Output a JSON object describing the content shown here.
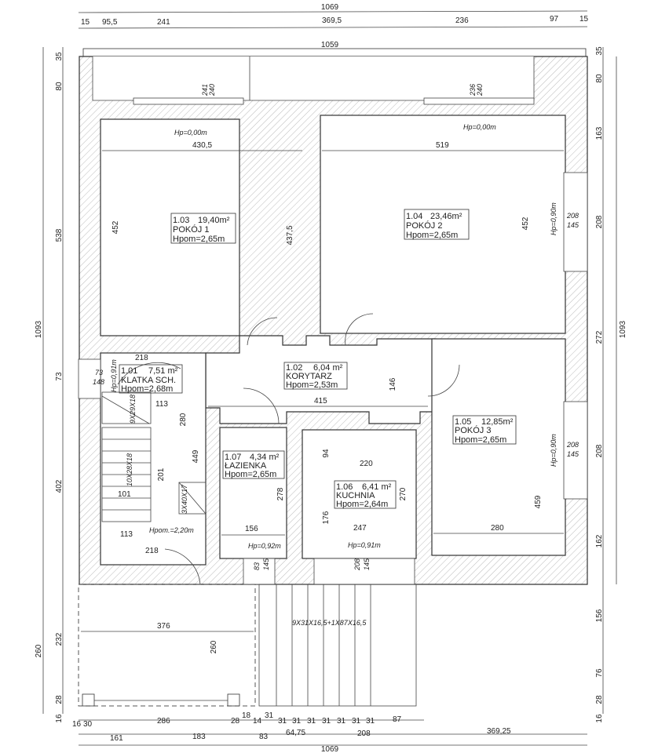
{
  "dimensions": {
    "top_total": "1069",
    "top_segments": [
      "15",
      "95,5",
      "241",
      "369,5",
      "236",
      "97",
      "15"
    ],
    "top_inner": "1059",
    "bottom_row1": [
      "16",
      "30",
      "286",
      "28",
      "18",
      "14",
      "31",
      "31",
      "31",
      "31",
      "31",
      "31",
      "31",
      "31",
      "87"
    ],
    "bottom_row2": [
      "161",
      "183",
      "83",
      "64,75",
      "208",
      "369,25"
    ],
    "bottom_total": "1069",
    "left_outer": [
      "1093",
      "260"
    ],
    "left_inner": [
      "35",
      "80",
      "538",
      "73",
      "402",
      "232",
      "16",
      "28"
    ],
    "right_inner": [
      "35",
      "80",
      "163",
      "208",
      "272",
      "208",
      "162",
      "156",
      "76",
      "16",
      "28"
    ],
    "right_outer": "1093",
    "interior": {
      "p1_width": "430,5",
      "p1_height_left": "452",
      "p1_height_right": "437,5",
      "p2_width": "519",
      "p2_height": "452",
      "p3_height": "459",
      "p3_width": "280",
      "corridor_width": "415",
      "corridor_146": "146",
      "klatka_218_top": "218",
      "klatka_113_top": "113",
      "klatka_280": "280",
      "klatka_449": "449",
      "klatka_201": "201",
      "klatka_101": "101",
      "klatka_113_bottom": "113",
      "klatka_218_bottom": "218",
      "laz_278": "278",
      "laz_156": "156",
      "kuch_94": "94",
      "kuch_220": "220",
      "kuch_176": "176",
      "kuch_247": "247",
      "kuch_270": "270",
      "terrace_376": "376",
      "terrace_260": "260",
      "win_top1": [
        "241",
        "240"
      ],
      "win_top2": [
        "236",
        "240"
      ],
      "win_right": [
        "208",
        "145"
      ],
      "win_left": [
        "73",
        "148"
      ],
      "win_bot1": [
        "83",
        "145"
      ],
      "win_bot2": [
        "208",
        "145"
      ]
    }
  },
  "rooms": [
    {
      "num": "1.03",
      "area": "19,40m²",
      "name": "POKÓJ 1",
      "height": "Hpom=2,65m"
    },
    {
      "num": "1.04",
      "area": "23,46m²",
      "name": "POKÓJ 2",
      "height": "Hpom=2,65m"
    },
    {
      "num": "1.01",
      "area": "7,51 m²",
      "name": "KLATKA SCH.",
      "height": "Hpom=2,68m"
    },
    {
      "num": "1.02",
      "area": "6,04 m²",
      "name": "KORYTARZ",
      "height": "Hpom=2,53m"
    },
    {
      "num": "1.05",
      "area": "12,85m²",
      "name": "POKÓJ 3",
      "height": "Hpom=2,65m"
    },
    {
      "num": "1.07",
      "area": "4,34 m²",
      "name": "ŁAZIENKA",
      "height": "Hpom=2,65m"
    },
    {
      "num": "1.06",
      "area": "6,41 m²",
      "name": "KUCHNIA",
      "height": "Hpom=2,64m"
    }
  ],
  "annotations": {
    "hp_p1": "Hp=0,00m",
    "hp_p2": "Hp=0,00m",
    "hp_right1": "Hp=0,90m",
    "hp_right2": "Hp=0,90m",
    "hp_left": "Hp=0,91m",
    "hp_laz": "Hp=0,92m",
    "hp_kuch": "Hp=0,91m",
    "hpom_stair": "Hpom.=2,20m",
    "stair1": "9X29X18",
    "stair2": "10X28X18",
    "stair3": "3X40X17",
    "stair_ext": "9X31X16,5+1X87X16,5"
  }
}
